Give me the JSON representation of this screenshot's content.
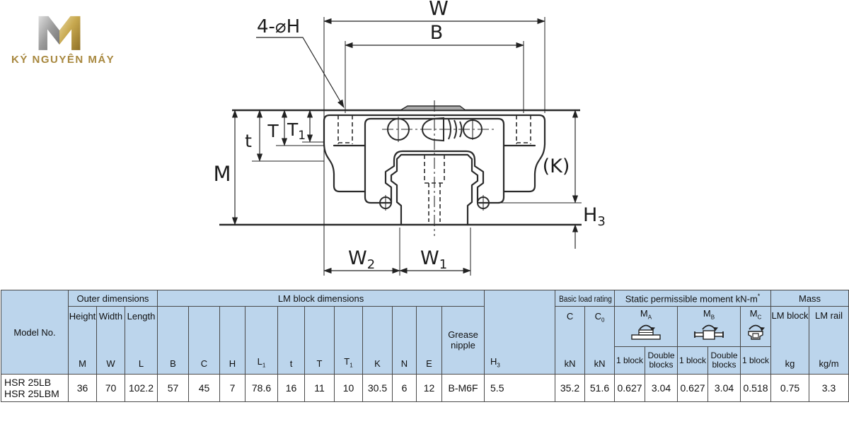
{
  "logo": {
    "text": "KÝ NGUYÊN MÁY"
  },
  "colors": {
    "header_bg": "#bcd5ec",
    "line": "#2b2b2b",
    "brand_gold": "#a8883f",
    "rail_strip": "#a9a9a9"
  },
  "drawing": {
    "labels": {
      "w": "W",
      "b": "B",
      "holes": "4-⌀H",
      "t": "t",
      "T": "T",
      "T1_main": "T",
      "T1_sub": "1",
      "M": "M",
      "K": "(K)",
      "H3_main": "H",
      "H3_sub": "3",
      "W2_main": "W",
      "W2_sub": "2",
      "W1_main": "W",
      "W1_sub": "1"
    }
  },
  "table": {
    "model_col": "Model No.",
    "groups": {
      "outer": "Outer dimensions",
      "lm_block": "LM block dimensions",
      "load": "Basic load rating",
      "moment_main": "Static permissible moment kN-m",
      "moment_sup": "*",
      "mass": "Mass"
    },
    "outer_cols": [
      {
        "top": "Height",
        "bot": "M"
      },
      {
        "top": "Width",
        "bot": "W"
      },
      {
        "top": "Length",
        "bot": "L"
      }
    ],
    "lm_cols": [
      {
        "m": "B"
      },
      {
        "m": "C"
      },
      {
        "m": "H"
      },
      {
        "m": "L",
        "s": "1"
      },
      {
        "m": "t"
      },
      {
        "m": "T"
      },
      {
        "m": "T",
        "s": "1"
      },
      {
        "m": "K"
      },
      {
        "m": "N"
      },
      {
        "m": "E"
      }
    ],
    "grease": "Grease nipple",
    "h3": {
      "m": "H",
      "s": "3"
    },
    "load_cols": [
      {
        "m": "C",
        "s": "",
        "unit": "kN"
      },
      {
        "m": "C",
        "s": "0",
        "unit": "kN"
      }
    ],
    "moments": [
      {
        "m": "M",
        "s": "A"
      },
      {
        "m": "M",
        "s": "B"
      },
      {
        "m": "M",
        "s": "C"
      }
    ],
    "block_cols": [
      "1 block",
      "Double blocks",
      "1 block",
      "Double blocks",
      "1 block"
    ],
    "mass_cols": [
      {
        "top": "LM block",
        "unit": "kg"
      },
      {
        "top": "LM rail",
        "unit": "kg/m"
      }
    ],
    "row": {
      "models": [
        "HSR 25LB",
        "HSR 25LBM"
      ],
      "values": [
        "36",
        "70",
        "102.2",
        "57",
        "45",
        "7",
        "78.6",
        "16",
        "11",
        "10",
        "30.5",
        "6",
        "12",
        "B-M6F",
        "5.5",
        "35.2",
        "51.6",
        "0.627",
        "3.04",
        "0.627",
        "3.04",
        "0.518",
        "0.75",
        "3.3"
      ]
    }
  }
}
